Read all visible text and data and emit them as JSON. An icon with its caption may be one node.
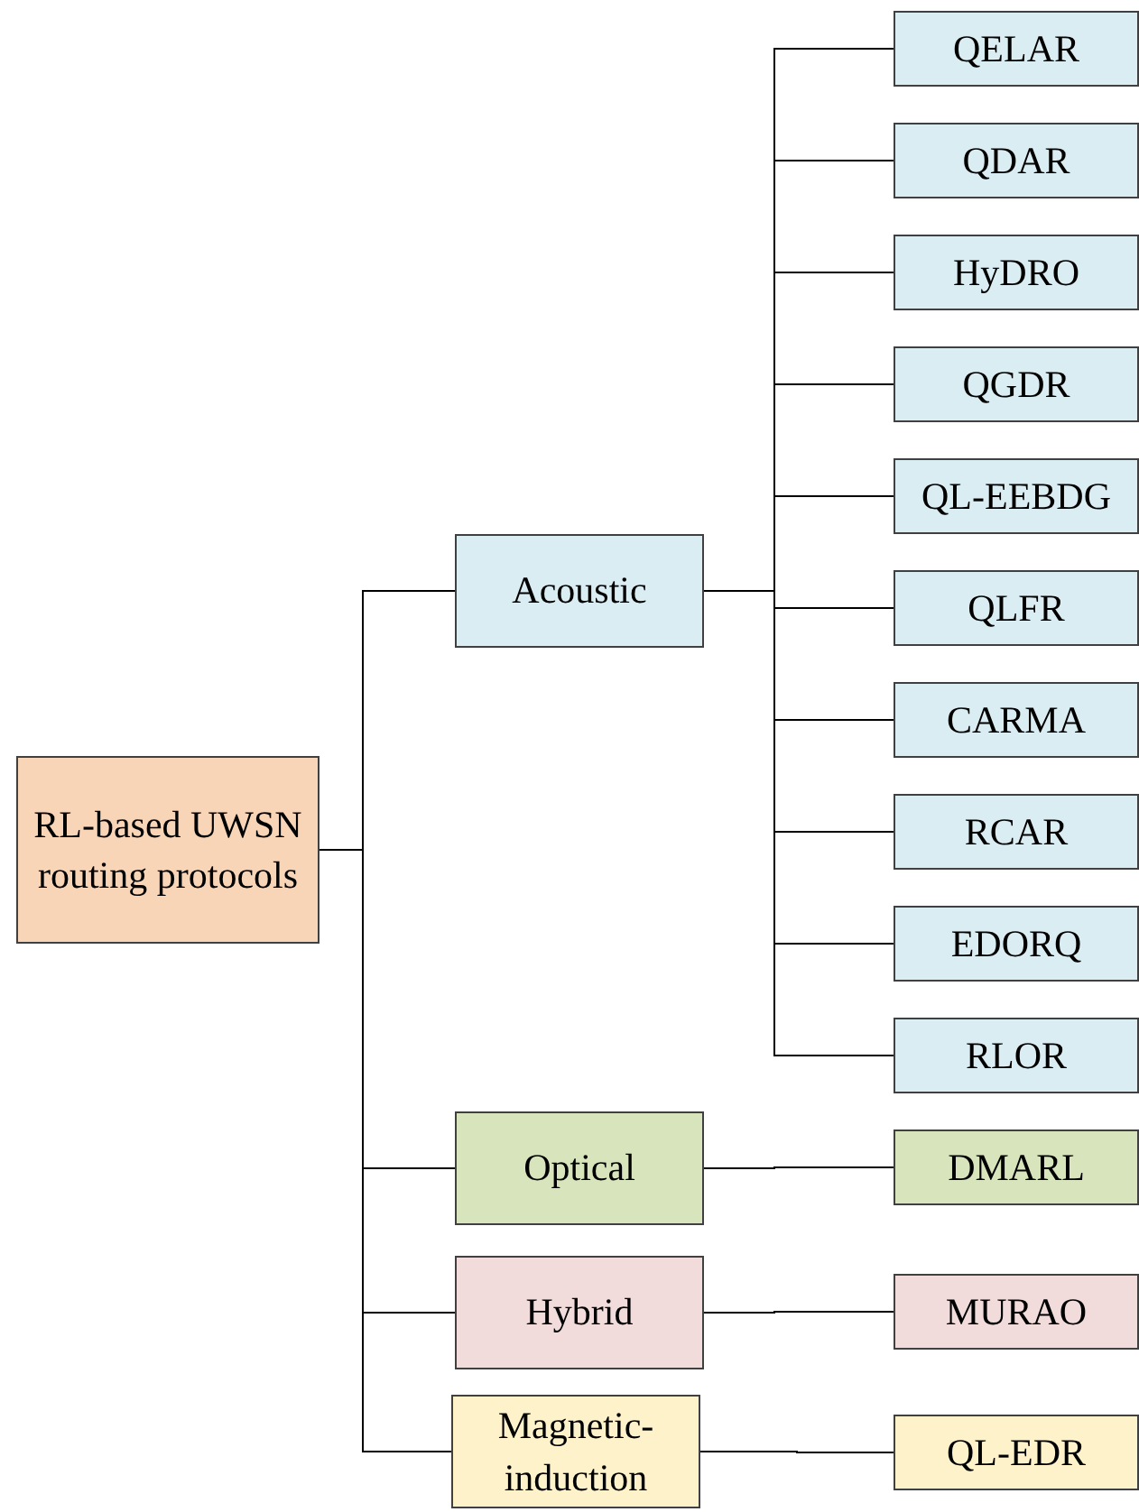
{
  "diagram": {
    "nodes": [
      {
        "text": [
          "RL-based UWSN routing protocols"
        ]
      },
      {
        "text": [
          "Acoustic"
        ]
      },
      {
        "text": [
          "Optical"
        ]
      },
      {
        "text": [
          "Hybrid"
        ]
      },
      {
        "text": [
          "Magnetic-induction"
        ]
      },
      {
        "text": [
          "QELAR"
        ]
      },
      {
        "text": [
          "QDAR"
        ]
      },
      {
        "text": [
          "HyDRO"
        ]
      },
      {
        "text": [
          "QGDR"
        ]
      },
      {
        "text": [
          "QL-EEBDG"
        ]
      },
      {
        "text": [
          "QLFR"
        ]
      },
      {
        "text": [
          "CARMA"
        ]
      },
      {
        "text": [
          "RCAR"
        ]
      },
      {
        "text": [
          "EDORQ"
        ]
      },
      {
        "text": [
          "RLOR"
        ]
      },
      {
        "text": [
          "DMARL"
        ]
      },
      {
        "text": [
          "MURAO"
        ]
      },
      {
        "text": [
          "QL-EDR"
        ]
      }
    ],
    "edges": [
      {
        "from": 0,
        "to": 1,
        "arrow": "none"
      },
      {
        "from": 0,
        "to": 2,
        "arrow": "none"
      },
      {
        "from": 0,
        "to": 3,
        "arrow": "none"
      },
      {
        "from": 0,
        "to": 4,
        "arrow": "none"
      },
      {
        "from": 1,
        "to": 5,
        "arrow": "none"
      },
      {
        "from": 1,
        "to": 6,
        "arrow": "none"
      },
      {
        "from": 1,
        "to": 7,
        "arrow": "none"
      },
      {
        "from": 1,
        "to": 8,
        "arrow": "none"
      },
      {
        "from": 1,
        "to": 9,
        "arrow": "none"
      },
      {
        "from": 1,
        "to": 10,
        "arrow": "none"
      },
      {
        "from": 1,
        "to": 11,
        "arrow": "none"
      },
      {
        "from": 1,
        "to": 12,
        "arrow": "none"
      },
      {
        "from": 1,
        "to": 13,
        "arrow": "none"
      },
      {
        "from": 1,
        "to": 14,
        "arrow": "none"
      },
      {
        "from": 2,
        "to": 15,
        "arrow": "none"
      },
      {
        "from": 3,
        "to": 16,
        "arrow": "none"
      },
      {
        "from": 4,
        "to": 17,
        "arrow": "none"
      }
    ]
  }
}
